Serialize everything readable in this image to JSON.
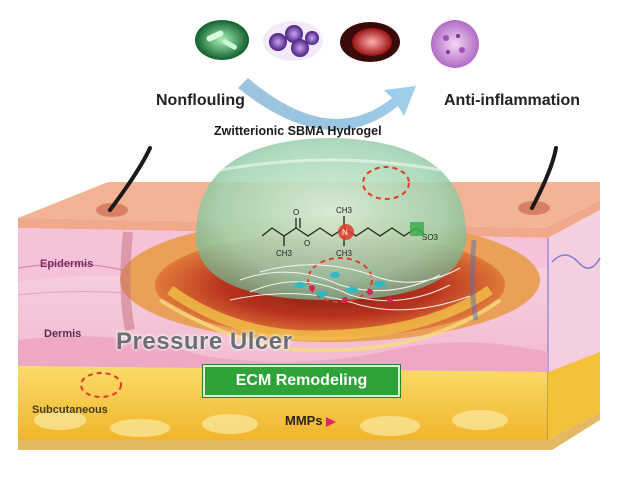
{
  "labels": {
    "nonfouling": "Nonflouling",
    "anti_inflammation": "Anti-inflammation",
    "hydrogel": "Zwitterionic SBMA Hydrogel",
    "epidermis": "Epidermis",
    "dermis": "Dermis",
    "pressure_ulcer": "Pressure Ulcer",
    "ecm_remodeling": "ECM Remodeling",
    "subcutaneous": "Subcutaneous",
    "mmps": "MMPs"
  },
  "molecule": {
    "atom_n": "N",
    "ch3_top": "CH3",
    "ch3_bottom": "CH3",
    "ch3_left": "CH3",
    "carbonyl_o": "O",
    "ester_o": "O",
    "sulfonate": "SO3"
  },
  "colors": {
    "ecm_box": "#2fa33a",
    "hydrogel_dome": "#8fcfa8",
    "epidermis": "#f6c9dc",
    "dermis": "#f8d4e2",
    "subcutaneous": "#f7c93c",
    "wound": "#c0301e",
    "arrow": "#7fb4d8",
    "dashed_circle": "#e23a2a"
  },
  "icons": [
    "bacteria-icon",
    "virus-icon",
    "red-cell-icon",
    "pathogen-cluster-icon",
    "curved-arrow-icon",
    "mmp-marker-icon"
  ]
}
